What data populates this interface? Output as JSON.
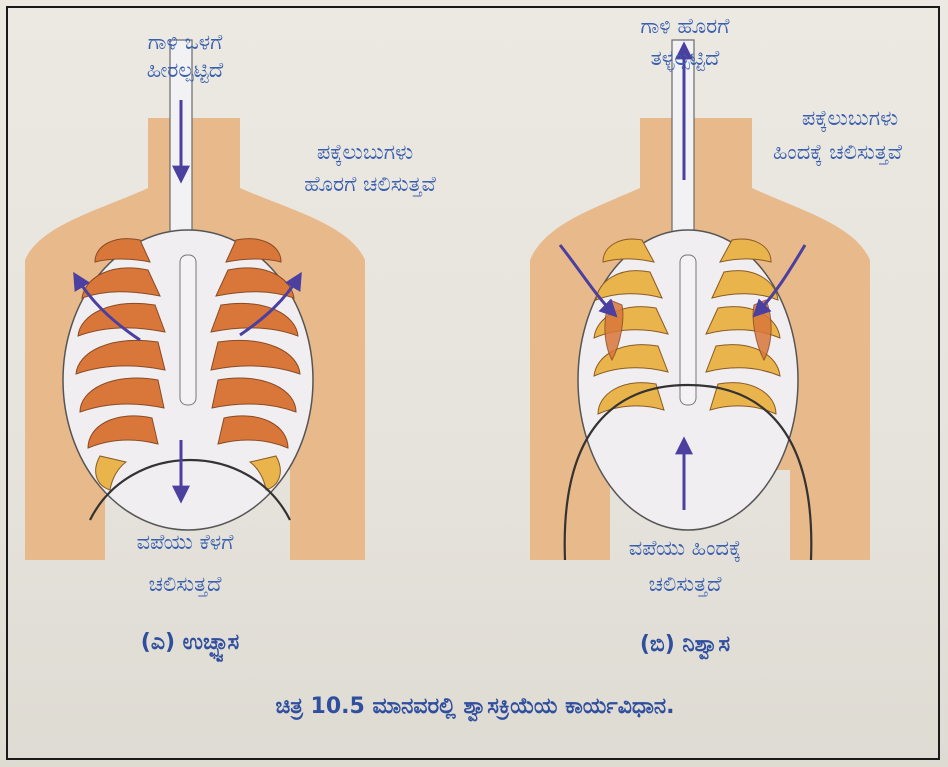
{
  "left_panel": {
    "air_label_line1": "ಗಾಳಿ ಒಳಗೆ",
    "air_label_line2": "ಹೀರಲ್ಪಟ್ಟಿದೆ",
    "ribs_label_line1": "ಪಕ್ಕೆಲುಬುಗಳು",
    "ribs_label_line2": "ಹೊರಗೆ ಚಲಿಸುತ್ತವೆ",
    "diaphragm_label_line1": "ವಪೆಯು ಕೆಳಗೆ",
    "diaphragm_label_line2": "ಚಲಿಸುತ್ತದೆ",
    "caption": "(ಎ) ಉಚ್ಛ್ವಾಸ"
  },
  "right_panel": {
    "air_label_line1": "ಗಾಳಿ ಹೊರಗೆ",
    "air_label_line2": "ತಳ್ಳಲ್ಪಟ್ಟಿದೆ",
    "ribs_label_line1": "ಪಕ್ಕೆಲುಬುಗಳು",
    "ribs_label_line2": "ಹಿಂದಕ್ಕೆ ಚಲಿಸುತ್ತವೆ",
    "diaphragm_label_line1": "ವಪೆಯು ಹಿಂದಕ್ಕೆ",
    "diaphragm_label_line2": "ಚಲಿಸುತ್ತದೆ",
    "caption": "(ಬಿ) ನಿಶ್ವಾಸ"
  },
  "figure_caption": "ಚಿತ್ರ 10.5 ಮಾನವರಲ್ಲಿ ಶ್ವಾಸಕ್ರಿಯೆಯ ಕಾರ್ಯವಿಧಾನ.",
  "colors": {
    "skin": "#e8b98a",
    "rib_orange": "#d9773a",
    "rib_yellow": "#e9b44c",
    "cartilage": "#f2f2f4",
    "arrow": "#4b3fa0",
    "label_text": "#3a5fae"
  }
}
